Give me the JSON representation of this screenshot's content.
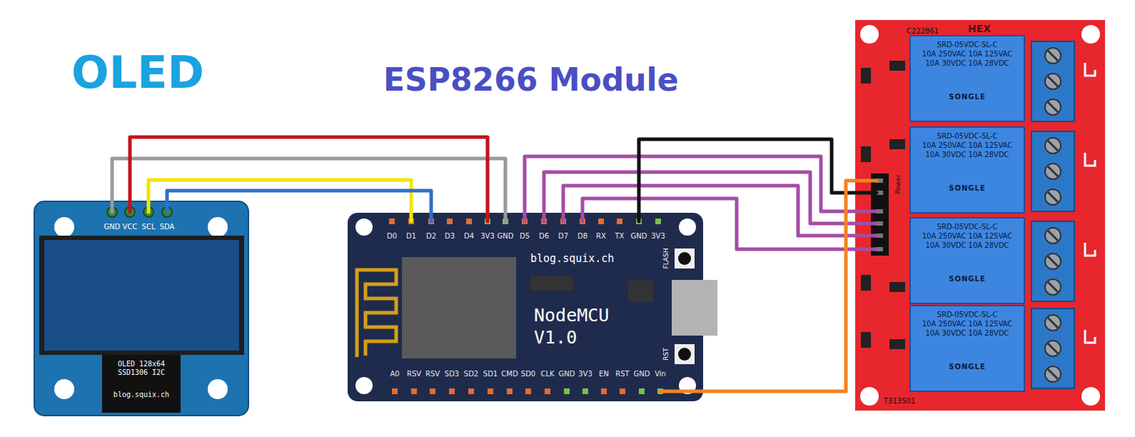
{
  "diagram": {
    "nodes": [
      {
        "text": [
          "GND",
          "VCC",
          "SCL",
          "SDA",
          "OLED 128x64 SSD1306 I2C",
          "blog.squix.ch"
        ]
      },
      {
        "text": [
          "D0",
          "D1",
          "D2",
          "D3",
          "D4",
          "3V3",
          "GND",
          "D5",
          "D6",
          "D7",
          "D8",
          "RX",
          "TX",
          "GND",
          "3V3",
          "blog.squix.ch",
          "FLASH",
          "NodeMCU V1.0",
          "RST",
          "A0",
          "RSV",
          "RSV",
          "SD3",
          "SD2",
          "SD1",
          "CMD",
          "SD0",
          "CLK",
          "GND",
          "3V3",
          "EN",
          "RST",
          "GND",
          "Vin"
        ]
      },
      {
        "text": [
          "C222861",
          "HEX",
          "Power",
          "T313S01"
        ]
      },
      {
        "text": [
          "SRD-05VDC-SL-C",
          "10A 250VAC 10A 125VAC",
          "10A 30VDC 10A 28VDC",
          "SONGLE"
        ],
        "in": 2
      },
      {
        "text": [
          "SRD-05VDC-SL-C",
          "10A 250VAC 10A 125VAC",
          "10A 30VDC 10A 28VDC",
          "SONGLE"
        ],
        "in": 2
      },
      {
        "text": [
          "SRD-05VDC-SL-C",
          "10A 250VAC 10A 125VAC",
          "10A 30VDC 10A 28VDC",
          "SONGLE"
        ],
        "in": 2
      },
      {
        "text": [
          "SRD-05VDC-SL-C",
          "10A 250VAC 10A 125VAC",
          "10A 30VDC 10A 28VDC",
          "SONGLE"
        ],
        "in": 2
      }
    ],
    "edges": [
      {
        "from": 0,
        "to": 1,
        "arrow": "none"
      },
      {
        "from": 0,
        "to": 1,
        "arrow": "none"
      },
      {
        "from": 0,
        "to": 1,
        "arrow": "none"
      },
      {
        "from": 0,
        "to": 1,
        "arrow": "none"
      },
      {
        "from": 1,
        "to": 2,
        "arrow": "none"
      },
      {
        "from": 1,
        "to": 2,
        "arrow": "none"
      },
      {
        "from": 1,
        "to": 2,
        "arrow": "none"
      },
      {
        "from": 1,
        "to": 2,
        "arrow": "none"
      },
      {
        "from": 1,
        "to": 2,
        "arrow": "none"
      },
      {
        "from": 1,
        "to": 2,
        "arrow": "none"
      }
    ],
    "labels": [
      "OLED",
      "ESP8266 Module"
    ]
  }
}
